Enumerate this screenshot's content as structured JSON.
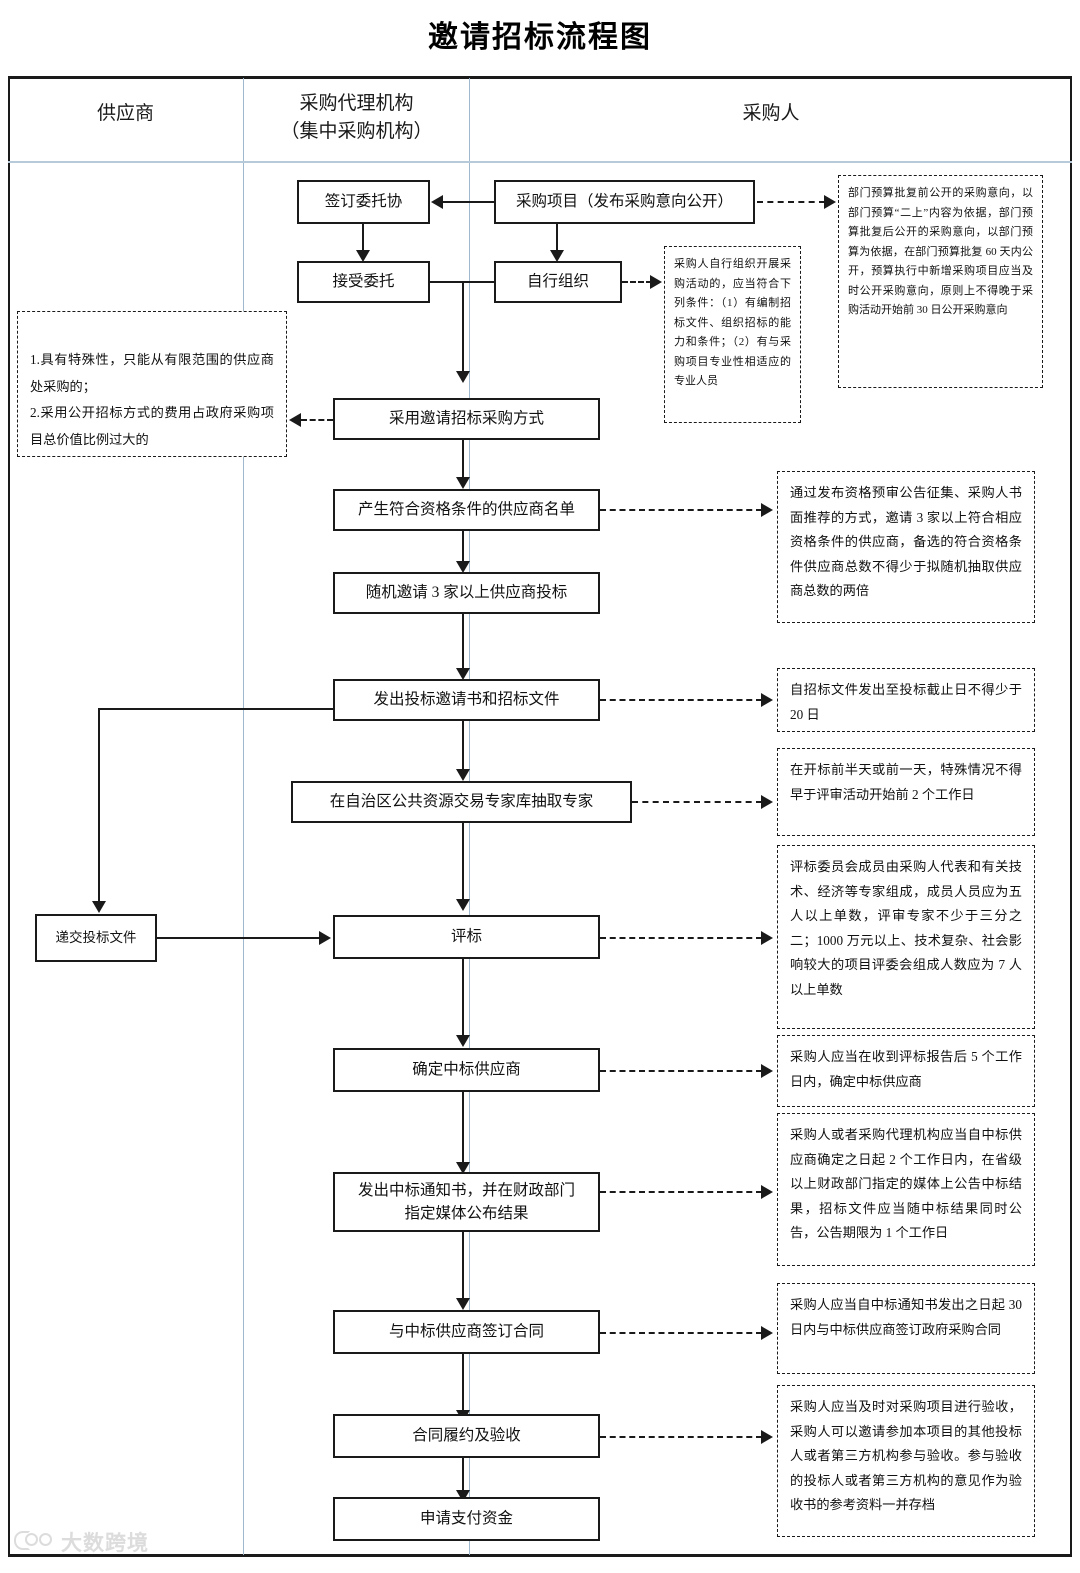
{
  "title": "邀请招标流程图",
  "lanes": [
    {
      "id": "supplier",
      "label": "供应商",
      "label2": ""
    },
    {
      "id": "agency",
      "label": "采购代理机构",
      "label2": "（集中采购机构）"
    },
    {
      "id": "purchaser",
      "label": "采购人",
      "label2": ""
    }
  ],
  "nodes": {
    "sign_entrust": "签订委托协",
    "purchase_project": "采购项目（发布采购意向公开）",
    "accept_entrust": "接受委托",
    "self_organize": "自行组织",
    "invite_method": "采用邀请招标采购方式",
    "qualified_list": "产生符合资格条件的供应商名单",
    "random_invite": "随机邀请 3 家以上供应商投标",
    "issue_invitation": "发出投标邀请书和招标文件",
    "draw_experts": "在自治区公共资源交易专家库抽取专家",
    "submit_bid": "递交投标文件",
    "evaluate": "评标",
    "determine_winner": "确定中标供应商",
    "issue_notice_line1": "发出中标通知书，并在财政部门",
    "issue_notice_line2": "指定媒体公布结果",
    "sign_contract": "与中标供应商签订合同",
    "perform_accept": "合同履约及验收",
    "apply_payment": "申请支付资金"
  },
  "notes": {
    "intent_disclosure": "部门预算批复前公开的采购意向，以部门预算“二上”内容为依据，部门预算批复后公开的采购意向，以部门预算为依据，在部门预算批复 60 天内公开，预算执行中新增采购项目应当及时公开采购意向，原则上不得晚于采购活动开始前 30 日公开采购意向",
    "self_organize_conditions": "采购人自行组织开展采购活动的，应当符合下列条件：（1）有编制招标文件、组织招标的能力和条件；（2）有与采购项目专业性相适应的专业人员",
    "invite_method_reasons": "1.具有特殊性，只能从有限范围的供应商处采购的；\n2.采用公开招标方式的费用占政府采购项目总价值比例过大的",
    "qualified_list_note": "通过发布资格预审公告征集、采购人书面推荐的方式，邀请 3 家以上符合相应资格条件的供应商，备选的符合资格条件供应商总数不得少于拟随机抽取供应商总数的两倍",
    "issue_invitation_note": "自招标文件发出至投标截止日不得少于 20 日",
    "draw_experts_note": "在开标前半天或前一天，特殊情况不得早于评审活动开始前 2 个工作日",
    "evaluate_note": "评标委员会成员由采购人代表和有关技术、经济等专家组成，成员人员应为五人以上单数，评审专家不少于三分之二；1000 万元以上、技术复杂、社会影响较大的项目评委会组成人数应为 7 人以上单数",
    "determine_winner_note": "采购人应当在收到评标报告后 5 个工作日内，确定中标供应商",
    "issue_notice_note": "采购人或者采购代理机构应当自中标供应商确定之日起 2 个工作日内，在省级以上财政部门指定的媒体上公告中标结果，招标文件应当随中标结果同时公告，公告期限为 1 个工作日",
    "sign_contract_note": "采购人应当自中标通知书发出之日起 30 日内与中标供应商签订政府采购合同",
    "perform_accept_note": "采购人应当及时对采购项目进行验收，采购人可以邀请参加本项目的其他投标人或者第三方机构参与验收。参与验收的投标人或者第三方机构的意见作为验收书的参考资料一并存档"
  },
  "watermark": {
    "text": "大数跨境"
  },
  "colors": {
    "line": "#1a1a1a",
    "lane_divider": "#9fb8cd",
    "background": "#ffffff",
    "watermark": "#8d8d8d"
  }
}
